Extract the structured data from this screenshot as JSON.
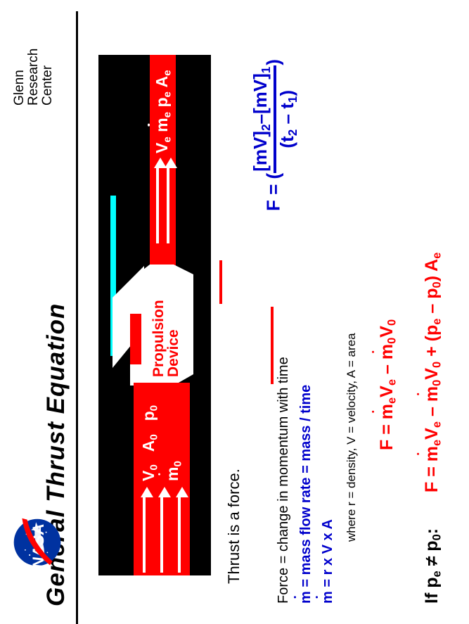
{
  "header": {
    "title": "General  Thrust  Equation",
    "center_line1": "Glenn",
    "center_line2": "Research",
    "center_line3": "Center",
    "logo": "nasa-meatball-logo"
  },
  "colors": {
    "black": "#000000",
    "red": "#ff0000",
    "blue": "#0000cc",
    "cyan": "#00ffff",
    "white": "#ffffff"
  },
  "diagram": {
    "body_label_line1": "Propulsion",
    "body_label_line2": "Device",
    "exit_labels": [
      "V",
      "e",
      "m",
      "e",
      "p",
      "e",
      "A",
      "e"
    ],
    "exit_text": "Ve me pe Ae",
    "inlet_text": "V0 A0 p0 m0",
    "exit": {
      "velocity": "V",
      "velocity_sub": "e",
      "mdot": "m",
      "mdot_sub": "e",
      "pressure": "p",
      "pressure_sub": "e",
      "area": "A",
      "area_sub": "e"
    },
    "inlet": {
      "velocity": "V",
      "velocity_sub": "0",
      "area": "A",
      "area_sub": "0",
      "pressure": "p",
      "pressure_sub": "0",
      "mdot": "m",
      "mdot_sub": "0"
    }
  },
  "text": {
    "thrust_is_a": "Thrust is a ",
    "thrust_force": "force",
    "thrust_period": ".",
    "force_eq_pre": "Force = change in ",
    "force_eq_momentum": "momentum",
    "force_eq_post": " with  time",
    "mdot_def_eq": " =  mass  flow  rate  =  mass / time",
    "mdot_formula": " =  r  x  V  x  A",
    "where_note": "where r = density, V = velocity, A = area",
    "if_condition": "If p",
    "if_sub_e": "e",
    "if_neq": " ≠ p",
    "if_sub_0": "0",
    "if_colon": ":"
  },
  "equations": {
    "blue_momentum": {
      "lhs": "F = (",
      "numerator": "[mV]₂–[mV]₁",
      "denominator": "(t₂ – t₁)",
      "num_base": "[mV]",
      "num_sub2": "2",
      "num_minus": "–",
      "num_sub1": "1",
      "den_t": "t",
      "den_sub2": "2",
      "den_minus": "–",
      "den_sub1": "1",
      "rhs": ")"
    },
    "red_simple": {
      "full": "F = meVe – m0V0",
      "lhs": "F = ",
      "t1_m": "m",
      "t1_msub": "e",
      "t1_V": "V",
      "t1_Vsub": "e",
      "op": " – ",
      "t2_m": "m",
      "t2_msub": "0",
      "t2_V": "V",
      "t2_Vsub": "0"
    },
    "red_general": {
      "full": "F = meVe – m0V0 + (pe – p0) Ae",
      "lhs": "F = ",
      "t1_m": "m",
      "t1_msub": "e",
      "t1_V": "V",
      "t1_Vsub": "e",
      "op1": " – ",
      "t2_m": "m",
      "t2_msub": "0",
      "t2_V": "V",
      "t2_Vsub": "0",
      "op2": " + (",
      "p_e": "p",
      "p_esub": "e",
      "op3": " – ",
      "p_0": "p",
      "p_0sub": "0",
      "close": ") ",
      "A": "A",
      "A_sub": "e"
    }
  }
}
